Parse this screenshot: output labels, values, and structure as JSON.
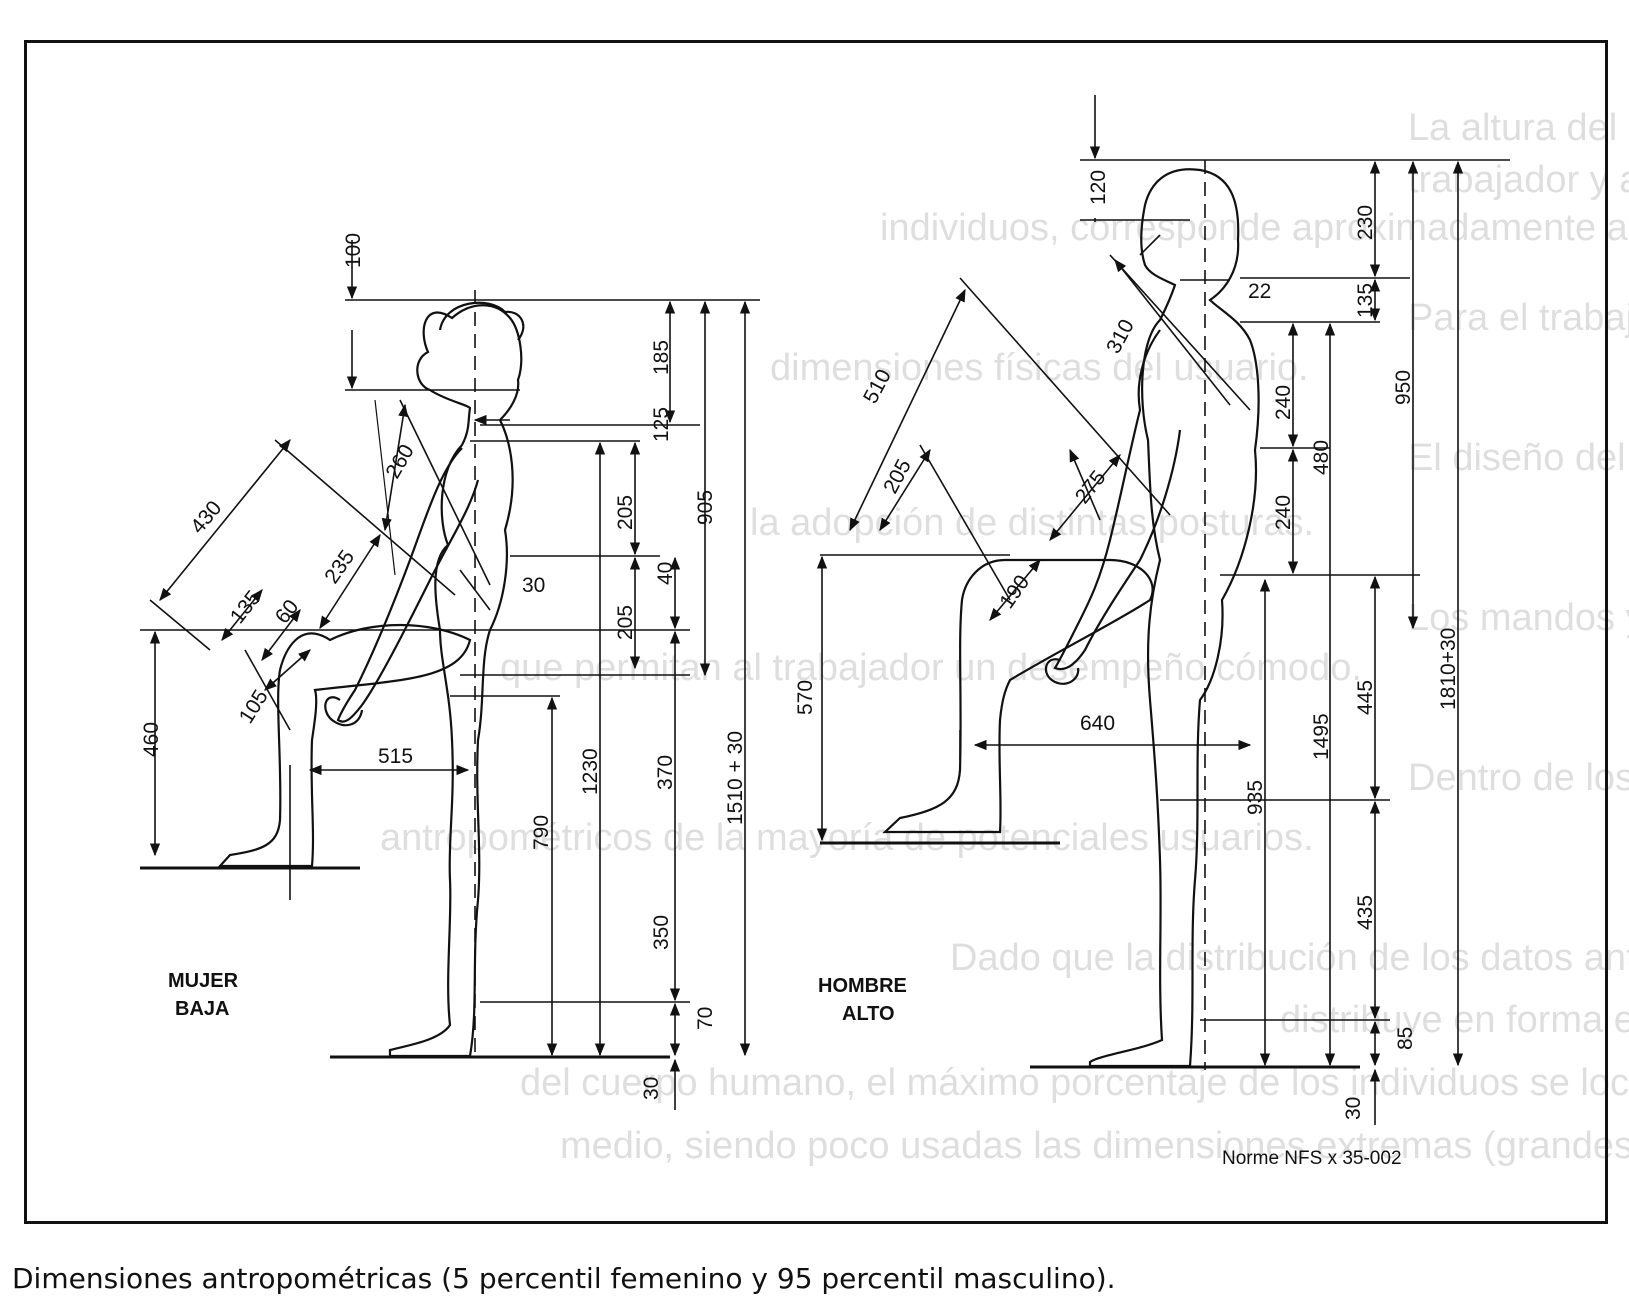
{
  "background_text_lines": [
    "La altura del plano de trabajo debe ser adaptada a las dimensiones",
    "trabajador y al tipo de tarea realizada. Esta altura, para los",
    "individuos, corresponde aproximadamente a la de los codos.",
    "Para el trabajo en posición de sentado la altura debe poder ser",
    "dimensiones físicas del usuario.",
    "El diseño del puesto de trabajo debe estar adaptado a las formas",
    "la adopción de distintas posturas.",
    "Los mandos y herramientas de trabajo deben ser accesibles",
    "que permitan al trabajador un desempeño cómodo.",
    "Dentro de los objetivos, el diseño del puesto debe partir",
    "antropométricos de la mayoría de potenciales usuarios.",
    "Dado que la distribución de los datos antropométricos de una población se",
    "distribuye en forma estadística que para cualquier",
    "del cuerpo humano, el máximo porcentaje de los individuos se localiza en",
    "medio, siendo poco usadas las dimensiones extremas (grandes o pequeñas)."
  ],
  "figure_labels": {
    "female": [
      "MUJER",
      "BAJA"
    ],
    "male": [
      "HOMBRE",
      "ALTO"
    ],
    "standard": "Norme NFS x 35-002"
  },
  "dimensions_female": {
    "d100": "100",
    "d185": "185",
    "d125": "125",
    "d905": "905",
    "d1510": "1510 + 30",
    "d260": "260",
    "d430": "430",
    "d235": "235",
    "d135": "135",
    "d60": "60",
    "d105": "105",
    "d30a": "30",
    "d205a": "205",
    "d205b": "205",
    "d40": "40",
    "d460": "460",
    "d515": "515",
    "d1230": "1230",
    "d370": "370",
    "d790": "790",
    "d350": "350",
    "d70": "70",
    "d30b": "30"
  },
  "dimensions_male": {
    "d120": "120",
    "d230": "230",
    "d22": "22",
    "d135": "135",
    "d310": "310",
    "d510": "510",
    "d205": "205",
    "d275": "275",
    "d190": "190",
    "d240a": "240",
    "d240b": "240",
    "d480": "480",
    "d950": "950",
    "d1810": "1810+30",
    "d570": "570",
    "d640": "640",
    "d445": "445",
    "d1495": "1495",
    "d935": "935",
    "d435": "435",
    "d85": "85",
    "d30": "30"
  },
  "caption": "Dimensiones antropométricas (5 percentil femenino y 95 percentil masculino)."
}
